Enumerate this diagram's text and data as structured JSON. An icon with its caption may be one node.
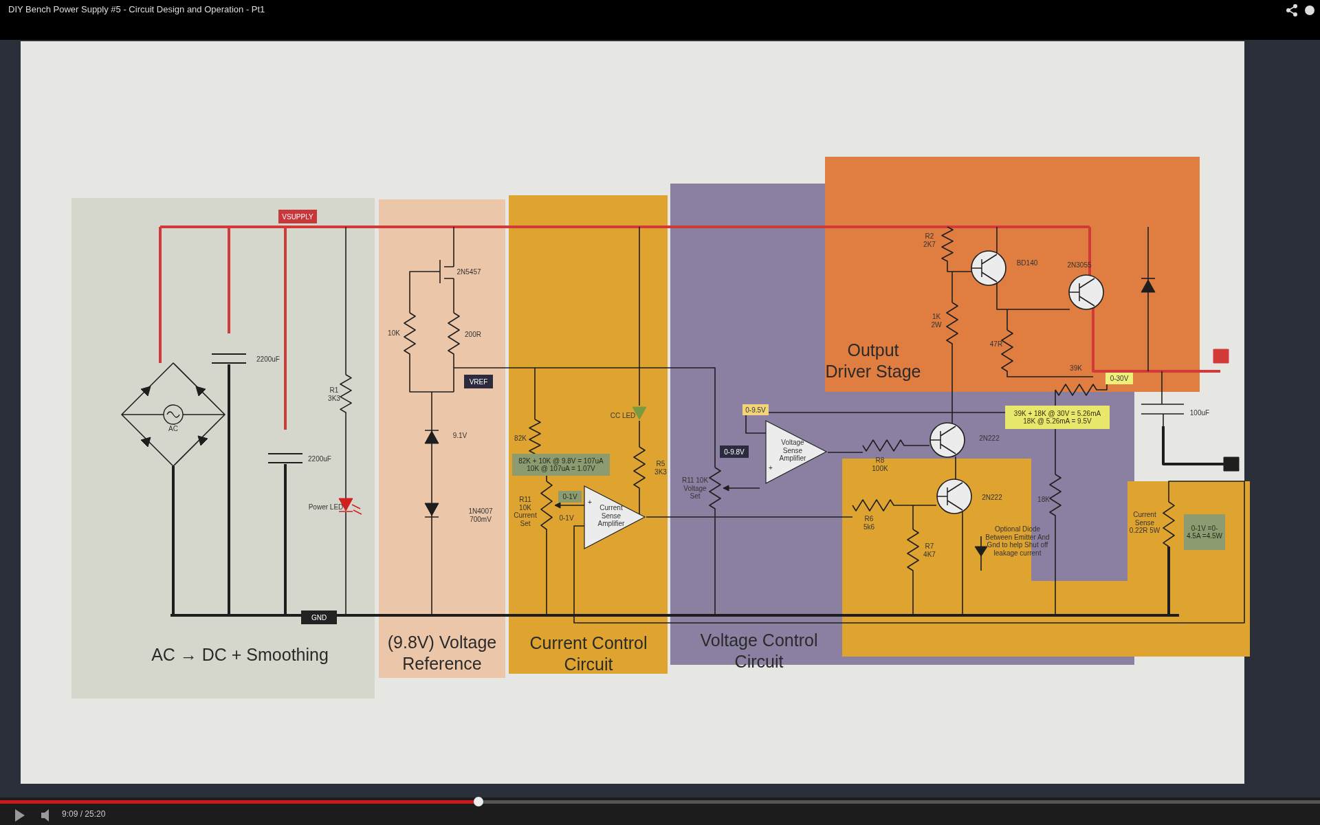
{
  "diagram": {
    "title": "DIY Bench Power Supply #5 - Circuit Design and Operation - Pt1",
    "nodes": [
      {
        "text": [
          "AC → DC + Smoothing"
        ]
      },
      {
        "text": [
          "VSUPPLY"
        ],
        "in": 0
      },
      {
        "text": [
          "GND"
        ],
        "in": 0
      },
      {
        "text": [
          "(9.8V) Voltage Reference"
        ]
      },
      {
        "text": [
          "VREF"
        ],
        "in": 3
      },
      {
        "text": [
          "Current Control Circuit"
        ]
      },
      {
        "text": [
          "82K + 10K @ 9.8V = 107uA 10K @ 107uA = 1.07V"
        ],
        "in": 5
      },
      {
        "text": [
          "0-1V"
        ],
        "in": 5
      },
      {
        "text": [
          "Current Sense Amplifier"
        ],
        "in": 5
      },
      {
        "text": [
          "Voltage Control Circuit"
        ]
      },
      {
        "text": [
          "0-9.8V"
        ],
        "in": 9
      },
      {
        "text": [
          "0-9.5V"
        ],
        "in": 9
      },
      {
        "text": [
          "Voltage Sense Amplifier"
        ],
        "in": 9
      },
      {
        "text": [
          "Output Driver Stage"
        ]
      },
      {
        "text": [
          "0-30V"
        ],
        "in": 13
      },
      {
        "text": [
          "39K + 18K @ 30V = 5.26mA 18K @ 5.26mA = 9.5V"
        ],
        "in": 9
      },
      {
        "text": [],
        "shape": "box"
      },
      {
        "text": [
          "0-1V =0-4.5A =4.5W"
        ],
        "in": 16
      }
    ],
    "labels": [
      "2200uF",
      "2200uF",
      "R1 3K3",
      "AC",
      "Power LED",
      "2N5457",
      "10K",
      "200R",
      "9.1V",
      "1N4007 700mV",
      "82K",
      "CC LED",
      "R5 3K3",
      "R11 10K Current Set",
      "0-1V",
      "R11 10K Voltage Set",
      "R2 2K7",
      "BD140",
      "2N3055",
      "1K 2W",
      "47R",
      "39K",
      "R8 100K",
      "2N222",
      "R6 5k6",
      "R7 4K7",
      "2N222",
      "Optional Diode Between Emitter And Gnd to help Shut off leakage current",
      "18K",
      "100uF",
      "Current Sense 0.22R 5W",
      "9:09 / 25:20",
      "+",
      "+"
    ]
  }
}
